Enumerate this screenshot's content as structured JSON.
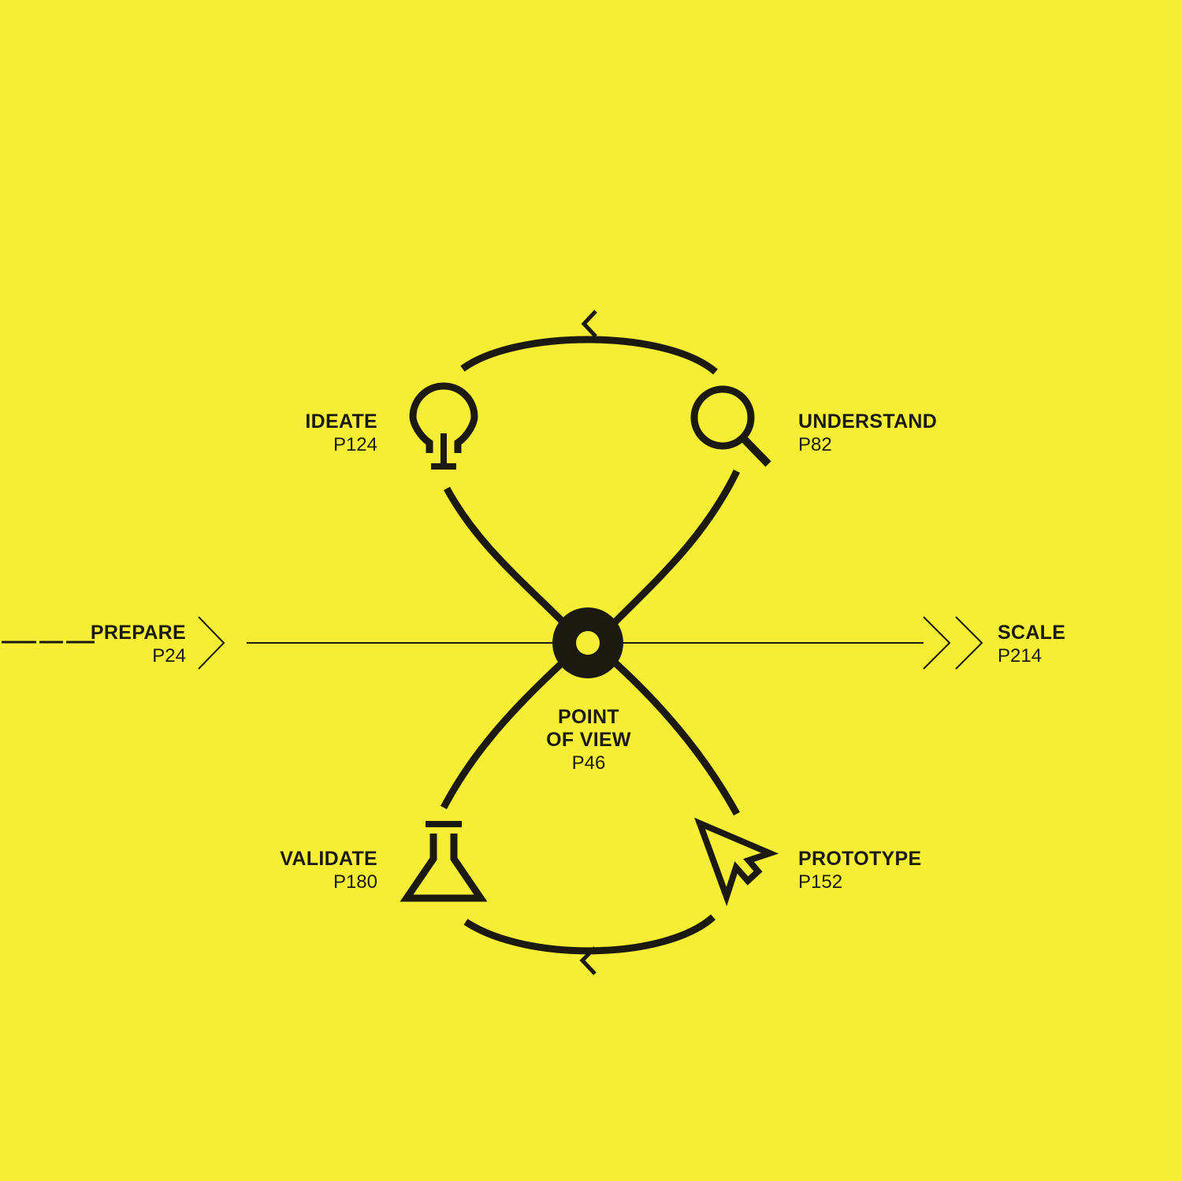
{
  "colors": {
    "background": "#f5ee35",
    "ink": "#1c1a10"
  },
  "stages": {
    "prepare": {
      "name": "PREPARE",
      "page": "P24",
      "icon": "chevron-right-icon"
    },
    "ideate": {
      "name": "IDEATE",
      "page": "P124",
      "icon": "lightbulb-icon"
    },
    "understand": {
      "name": "UNDERSTAND",
      "page": "P82",
      "icon": "magnifier-icon"
    },
    "point_of_view": {
      "name_line1": "POINT",
      "name_line2": "OF VIEW",
      "page": "P46",
      "icon": "target-ring-icon"
    },
    "validate": {
      "name": "VALIDATE",
      "page": "P180",
      "icon": "flask-icon"
    },
    "prototype": {
      "name": "PROTOTYPE",
      "page": "P152",
      "icon": "cursor-arrow-icon"
    },
    "scale": {
      "name": "SCALE",
      "page": "P214",
      "icon": "double-chevron-right-icon"
    }
  }
}
